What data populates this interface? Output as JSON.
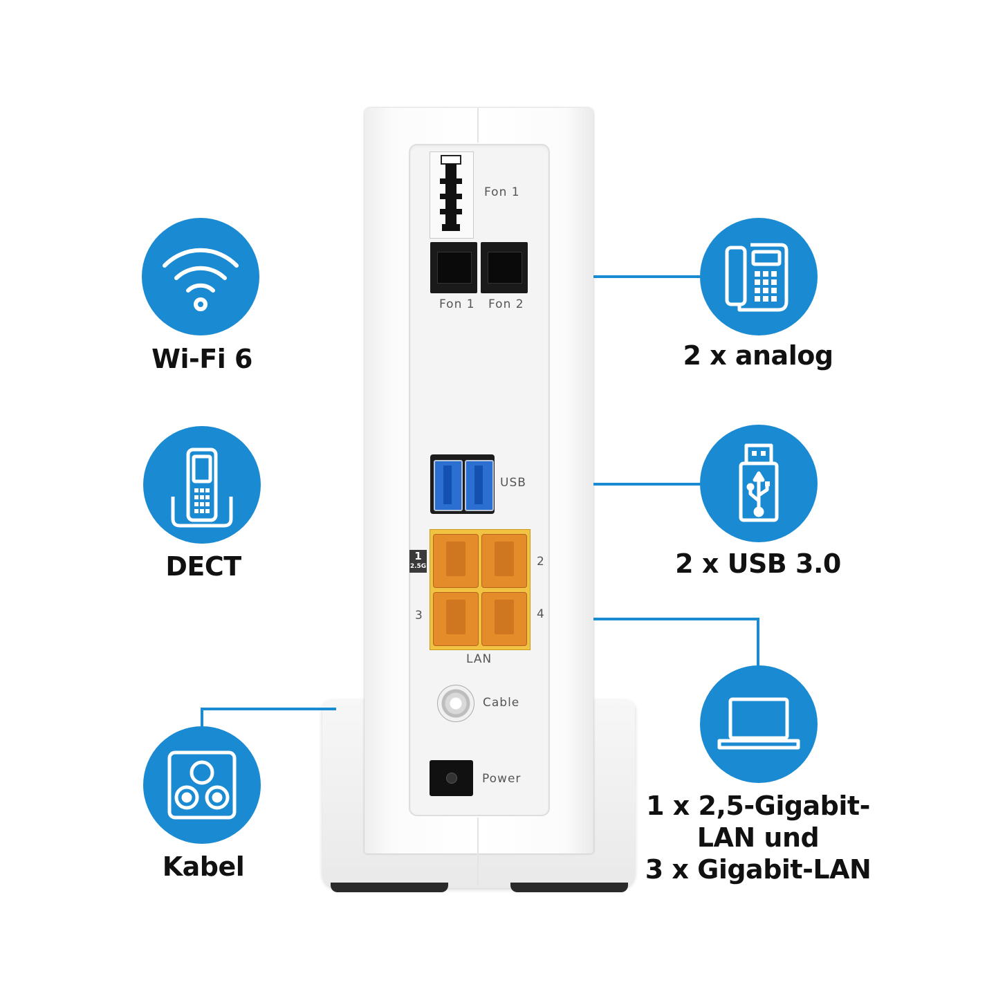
{
  "features": {
    "wifi": {
      "label": "Wi-Fi 6",
      "icon": "wifi-icon"
    },
    "dect": {
      "label": "DECT",
      "icon": "dect-phone-icon"
    },
    "cable": {
      "label": "Kabel",
      "icon": "coax-socket-icon"
    },
    "analog": {
      "label": "2 x analog",
      "icon": "desk-phone-icon"
    },
    "usb": {
      "label": "2 x USB 3.0",
      "icon": "usb-stick-icon"
    },
    "lan": {
      "lines": [
        "1 x 2,5-Gigabit-",
        "LAN und",
        "3 x Gigabit-LAN"
      ],
      "icon": "laptop-icon"
    }
  },
  "device": {
    "ports": {
      "fon1_tae": "Fon 1",
      "fon1_rj": "Fon 1",
      "fon2_rj": "Fon 2",
      "usb": "USB",
      "lan": "LAN",
      "lan_port_2": "2",
      "lan_port_3": "3",
      "lan_port_4": "4",
      "lan_badge_num": "1",
      "lan_badge_speed": "2.5G",
      "cable": "Cable",
      "power": "Power"
    }
  },
  "colors": {
    "accent": "#1a8ad2",
    "lan_block": "#f2c342",
    "usb_blue": "#2b6fd0"
  }
}
